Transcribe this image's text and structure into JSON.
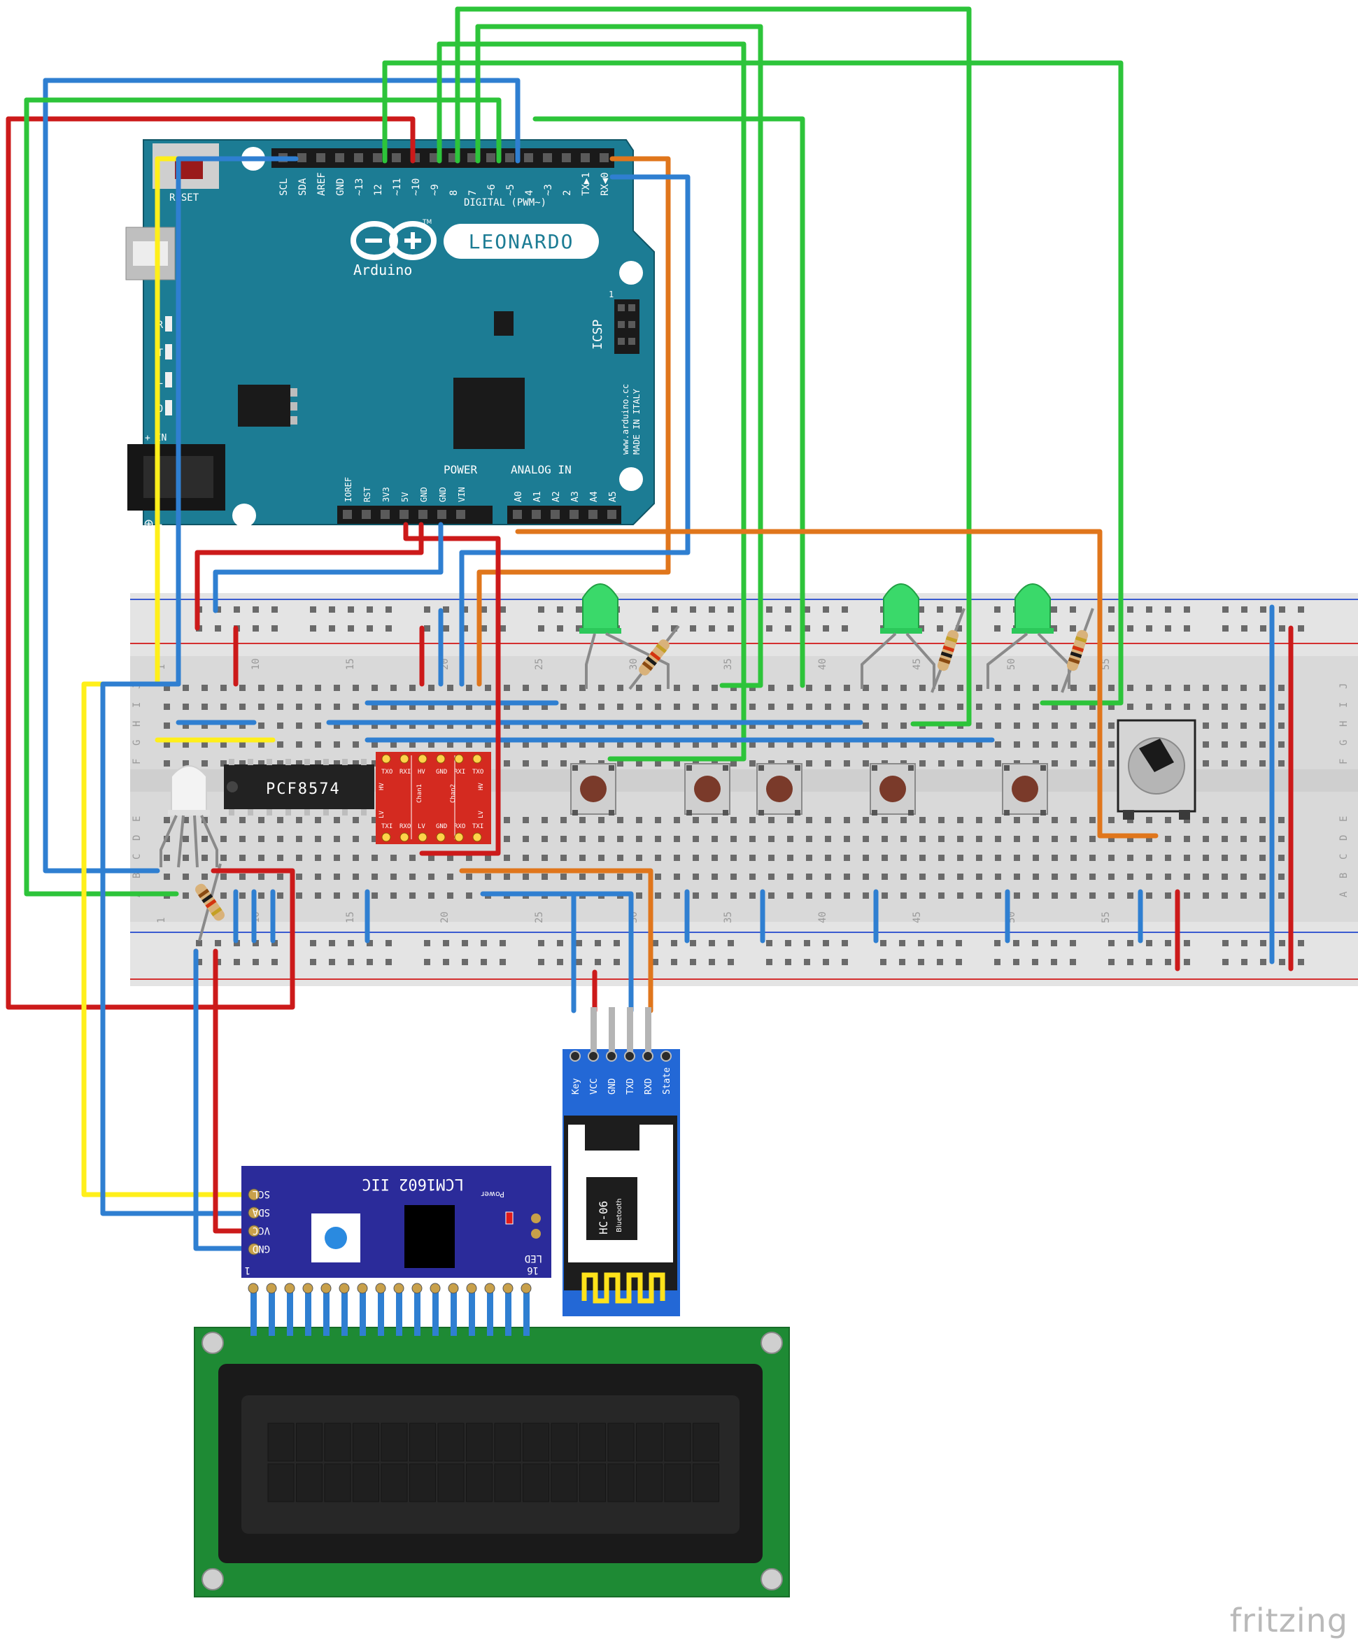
{
  "arduino": {
    "logo": "Arduino",
    "name": "LEONARDO",
    "reset": "RESET",
    "tm": "TM",
    "digital_label": "DIGITAL (PWM~)",
    "digital_pins": [
      "SCL",
      "SDA",
      "AREF",
      "GND",
      "~13",
      "12",
      "~11",
      "~10",
      "~9",
      "8",
      "7",
      "~6",
      "~5",
      "4",
      "~3",
      "2",
      "TX▶1",
      "RX◀0"
    ],
    "power_label": "POWER",
    "power_pins": [
      "IOREF",
      "RST",
      "3V3",
      "5V",
      "GND",
      "GND",
      "VIN"
    ],
    "analog_label": "ANALOG IN",
    "analog_pins": [
      "A0",
      "A1",
      "A2",
      "A3",
      "A4",
      "A5"
    ],
    "icsp": "ICSP",
    "icsp_pin1": "1",
    "side_text": "www.arduino.cc\nMADE IN ITALY",
    "leds": [
      "R",
      "T",
      "L",
      "O"
    ],
    "power_in": "+ IN",
    "bottom_pm": "⊕ -"
  },
  "breadboard": {
    "row_letters_top": [
      "J",
      "I",
      "H",
      "G",
      "F"
    ],
    "row_letters_bottom": [
      "E",
      "D",
      "C",
      "B",
      "A"
    ],
    "col_numbers": [
      "1",
      "10",
      "15",
      "20",
      "25",
      "30",
      "35",
      "40",
      "45",
      "50",
      "55"
    ]
  },
  "pcf": {
    "label": "PCF8574"
  },
  "level_shifter": {
    "top_pins": [
      "TXO",
      "RXI",
      "HV",
      "GND",
      "RXI",
      "TXO"
    ],
    "bottom_pins": [
      "TXI",
      "RXO",
      "LV",
      "GND",
      "RXO",
      "TXI"
    ],
    "side_labels": [
      "HV",
      "LV",
      "HV",
      "LV"
    ],
    "chan1": "Chan1",
    "chan2": "Chan2"
  },
  "i2c_module": {
    "title": "LCM1602 IIC",
    "pins": [
      "SCL",
      "SDA",
      "VCC",
      "GND"
    ],
    "power": "Power",
    "led": "LED",
    "num_1": "1",
    "num_16": "16"
  },
  "hc06": {
    "pins": [
      "Key",
      "VCC",
      "GND",
      "TXD",
      "RXD",
      "State"
    ],
    "chip_label": "HC-06",
    "chip_sub": "Bluetooth"
  },
  "watermark": "fritzing",
  "colors": {
    "arduino_board": "#1c7c94",
    "breadboard": "#d9d9d9",
    "wire_red": "#cc1a1a",
    "wire_blue": "#2f7fd1",
    "wire_green": "#2dc43a",
    "wire_yellow": "#ffef1a",
    "wire_orange": "#e0761c",
    "lcd_pcb": "#1e8a34",
    "i2c_board": "#2b2b9a",
    "hc06_board": "#2368d6"
  }
}
